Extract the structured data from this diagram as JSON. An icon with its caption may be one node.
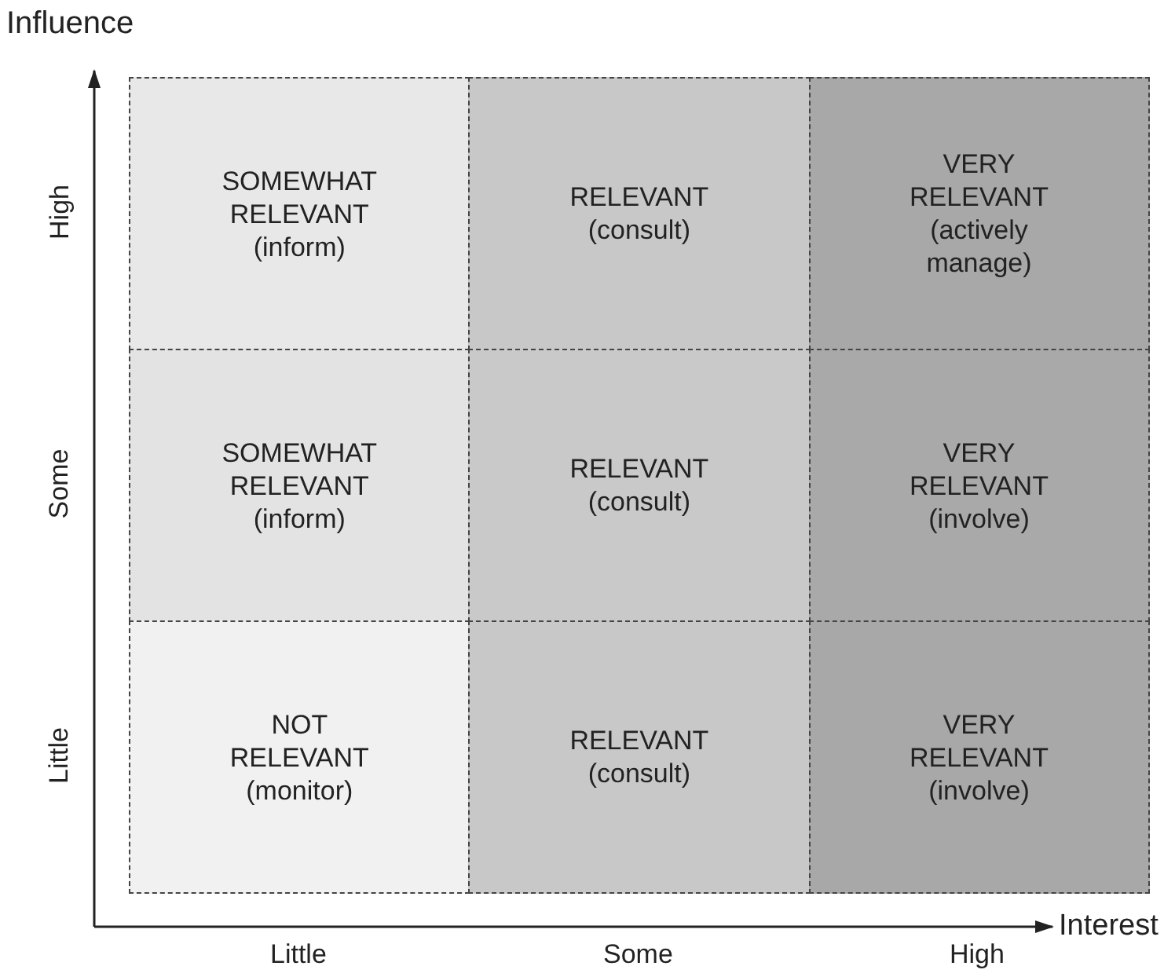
{
  "diagram": {
    "nodes": [
      {
        "text": [
          "SOMEWHAT RELEVANT",
          "(inform)"
        ]
      },
      {
        "text": [
          "RELEVANT",
          "(consult)"
        ]
      },
      {
        "text": [
          "VERY RELEVANT",
          "(actively manage)"
        ]
      },
      {
        "text": [
          "SOMEWHAT RELEVANT",
          "(inform)"
        ]
      },
      {
        "text": [
          "RELEVANT",
          "(consult)"
        ]
      },
      {
        "text": [
          "VERY RELEVANT",
          "(involve)"
        ]
      },
      {
        "text": [
          "NOT RELEVANT",
          "(monitor)"
        ]
      },
      {
        "text": [
          "RELEVANT",
          "(consult)"
        ]
      },
      {
        "text": [
          "VERY RELEVANT",
          "(involve)"
        ]
      }
    ],
    "labels": [
      "Influence",
      "High",
      "Some",
      "Little",
      "Interest",
      "Little",
      "Some",
      "High"
    ]
  }
}
